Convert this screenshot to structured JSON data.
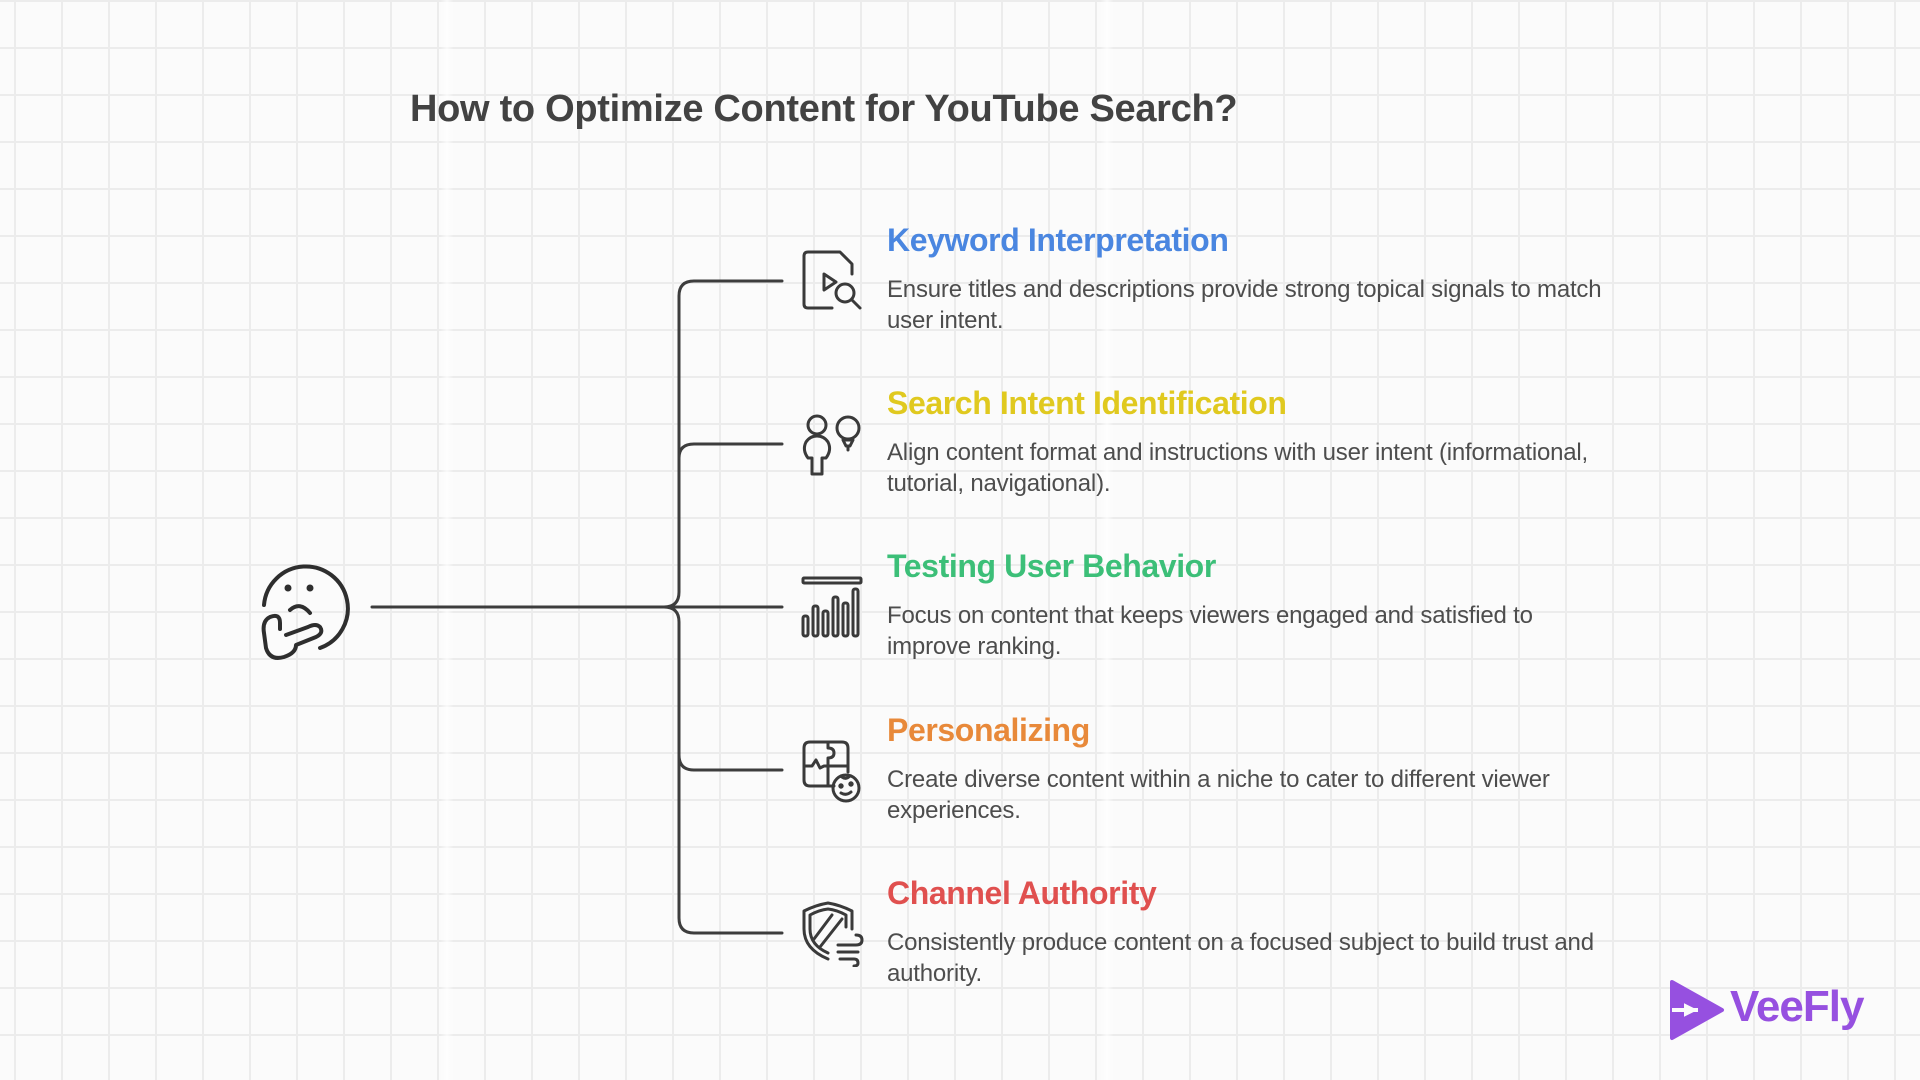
{
  "title": "How to Optimize Content for YouTube Search?",
  "central_icon": "thinking-face-icon",
  "items": [
    {
      "heading": "Keyword Interpretation",
      "description": "Ensure titles and descriptions provide strong topical signals to match user intent.",
      "color": "#4a86e0",
      "icon": "video-file-search-icon"
    },
    {
      "heading": "Search Intent Identification",
      "description": "Align content format and instructions with user intent (informational, tutorial, navigational).",
      "color": "#e0c91f",
      "icon": "person-lightbulb-icon"
    },
    {
      "heading": "Testing User Behavior",
      "description": "Focus on content that keeps viewers engaged and satisfied to improve ranking.",
      "color": "#3cbf78",
      "icon": "bar-chart-icon"
    },
    {
      "heading": "Personalizing",
      "description": "Create diverse content within a niche to cater to different viewer experiences.",
      "color": "#e8893a",
      "icon": "puzzle-face-icon"
    },
    {
      "heading": "Channel Authority",
      "description": "Consistently produce content on a focused subject to build trust and authority.",
      "color": "#e0504f",
      "icon": "shield-wind-icon"
    }
  ],
  "logo": {
    "text": "VeeFly",
    "color": "#9650e0"
  },
  "colors": {
    "title": "#424242",
    "body_text": "#4d4d4d",
    "lines": "#3d3d3d",
    "background": "#fbfbfb",
    "grid": "#ececec"
  }
}
